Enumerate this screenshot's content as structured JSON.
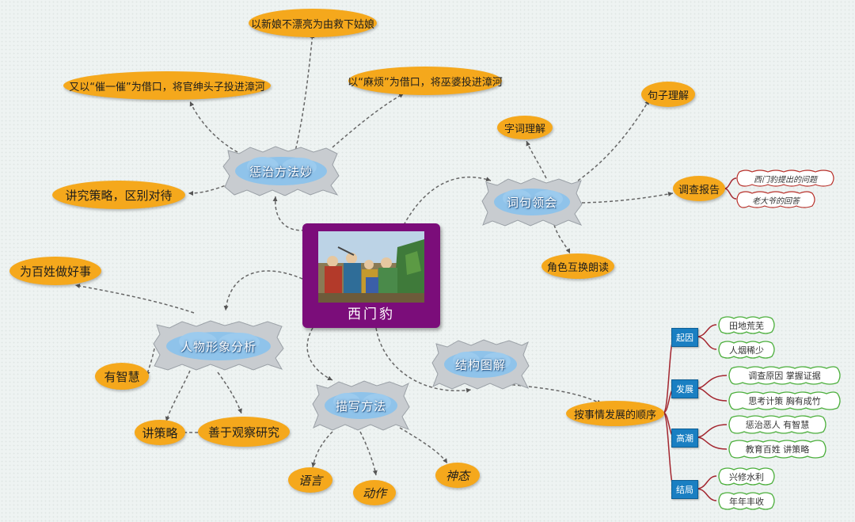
{
  "center": {
    "title": "西门豹"
  },
  "topics": {
    "punish": "惩治方法妙",
    "words": "词句领会",
    "character": "人物形象分析",
    "structure": "结构图解",
    "describe": "描写方法"
  },
  "punish_items": {
    "bride": "以新娘不漂亮为由救下姑娘",
    "hurry": "又以“催一催”为借口，将官绅头子投进漳河",
    "trouble": "以“麻烦”为借口，将巫婆投进漳河",
    "strategy": "讲究策略，区别对待"
  },
  "words_items": {
    "vocab": "字词理解",
    "sentence": "句子理解",
    "survey": "调查报告",
    "roleplay": "角色互换朗读",
    "q1": "西门豹提出的问题",
    "q2": "老大爷的回答"
  },
  "character_items": {
    "good": "为百姓做好事",
    "wise": "有智慧",
    "tactic": "讲策略",
    "observe": "善于观察研究"
  },
  "describe_items": {
    "language": "语言",
    "action": "动作",
    "look": "神态"
  },
  "structure_items": {
    "order": "按事情发展的顺序",
    "stages": [
      {
        "label": "起因",
        "items": [
          "田地荒芜",
          "人烟稀少"
        ]
      },
      {
        "label": "发展",
        "items": [
          "调查原因 掌握证据",
          "思考计策 胸有成竹"
        ]
      },
      {
        "label": "高潮",
        "items": [
          "惩治恶人 有智慧",
          "教育百姓 讲策略"
        ]
      },
      {
        "label": "结局",
        "items": [
          "兴修水利",
          "年年丰收"
        ]
      }
    ]
  },
  "colors": {
    "oval": "#f5a81c",
    "center": "#7b0d7a",
    "stage_box": "#1a7fc2",
    "stage_line": "#a3262f",
    "green_outline": "#4caf3c",
    "red_outline": "#b8302a",
    "cloud_blue": "#8fc3ea",
    "cloud_gray": "#c8ccd0"
  }
}
